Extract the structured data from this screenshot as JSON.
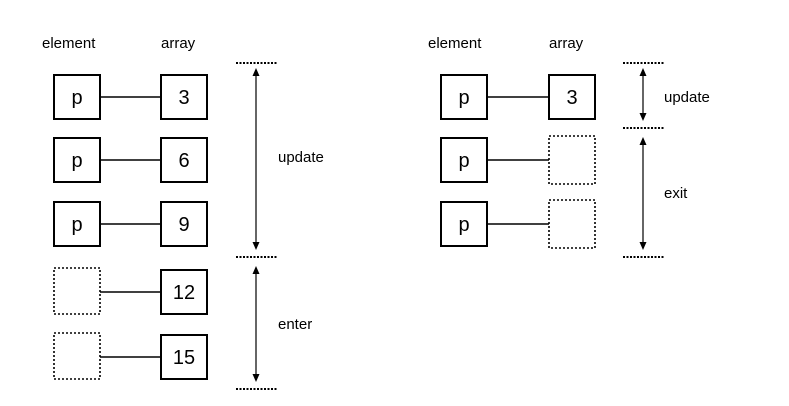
{
  "left_diagram": {
    "element_header": "element",
    "array_header": "array",
    "rows": [
      {
        "element": "p",
        "array": "3"
      },
      {
        "element": "p",
        "array": "6"
      },
      {
        "element": "p",
        "array": "9"
      },
      {
        "element": "",
        "array": "12"
      },
      {
        "element": "",
        "array": "15"
      }
    ],
    "update_label": "update",
    "enter_label": "enter"
  },
  "right_diagram": {
    "element_header": "element",
    "array_header": "array",
    "rows": [
      {
        "element": "p",
        "array": "3"
      },
      {
        "element": "p",
        "array": ""
      },
      {
        "element": "p",
        "array": ""
      }
    ],
    "update_label": "update",
    "exit_label": "exit"
  }
}
